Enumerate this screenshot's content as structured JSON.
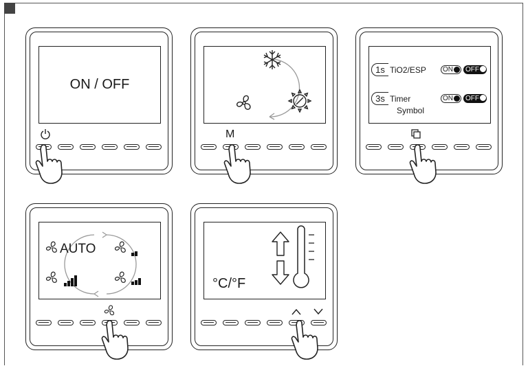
{
  "panel1": {
    "screen_text": "ON / OFF",
    "key_icon": "power-icon"
  },
  "panel2": {
    "key_label": "M",
    "mode_icons": [
      "snowflake-icon",
      "fan-icon",
      "sun-icon"
    ]
  },
  "panel3": {
    "row1": {
      "hold": "1s",
      "label": "TiO2/ESP",
      "on": "ON",
      "off": "OFF"
    },
    "row2": {
      "hold": "3s",
      "label_line1": "Timer",
      "label_line2": "Symbol",
      "on": "ON",
      "off": "OFF"
    },
    "key_icon": "copy-icon"
  },
  "panel4": {
    "auto_label": "AUTO",
    "key_icon": "fan-icon"
  },
  "panel5": {
    "unit_text": "°C/°F",
    "key_icons": [
      "up-chevron-icon",
      "down-chevron-icon"
    ]
  },
  "hand_icon": "pointing-hand-icon"
}
